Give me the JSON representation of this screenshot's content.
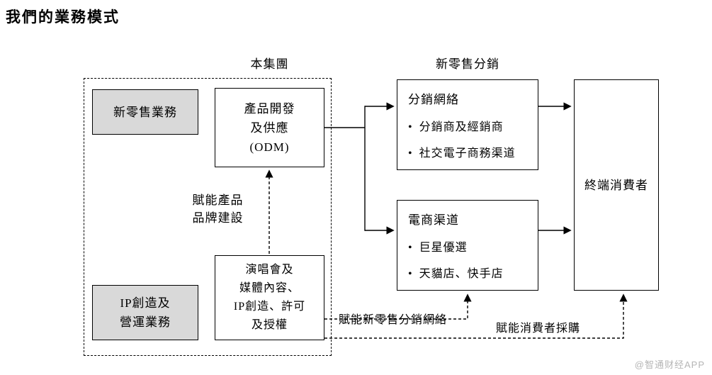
{
  "page": {
    "title": "我們的業務模式",
    "watermark": "@智通财经APP"
  },
  "labels": {
    "group": "本集團",
    "new_retail_distribution": "新零售分銷",
    "empower_brand_line1": "賦能產品",
    "empower_brand_line2": "品牌建設",
    "empower_distribution": "賦能新零售分銷網絡",
    "empower_consumer": "賦能消費者採購",
    "bullet": "•"
  },
  "boxes": {
    "new_retail_business": "新零售業務",
    "odm": {
      "line1": "產品開發",
      "line2": "及供應",
      "line3": "(ODM)"
    },
    "ip_business": {
      "line1": "IP創造及",
      "line2": "營運業務"
    },
    "content": {
      "line1": "演唱會及",
      "line2": "媒體內容、",
      "line3": "IP創造、許可",
      "line4": "及授權"
    },
    "distribution_network": {
      "title": "分銷網絡",
      "bullet1": "分銷商及經銷商",
      "bullet2": "社交電子商務渠道"
    },
    "ecommerce": {
      "title": "電商渠道",
      "bullet1": "巨星優選",
      "bullet2": "天貓店、快手店"
    },
    "end_consumer": "終端消費者"
  }
}
